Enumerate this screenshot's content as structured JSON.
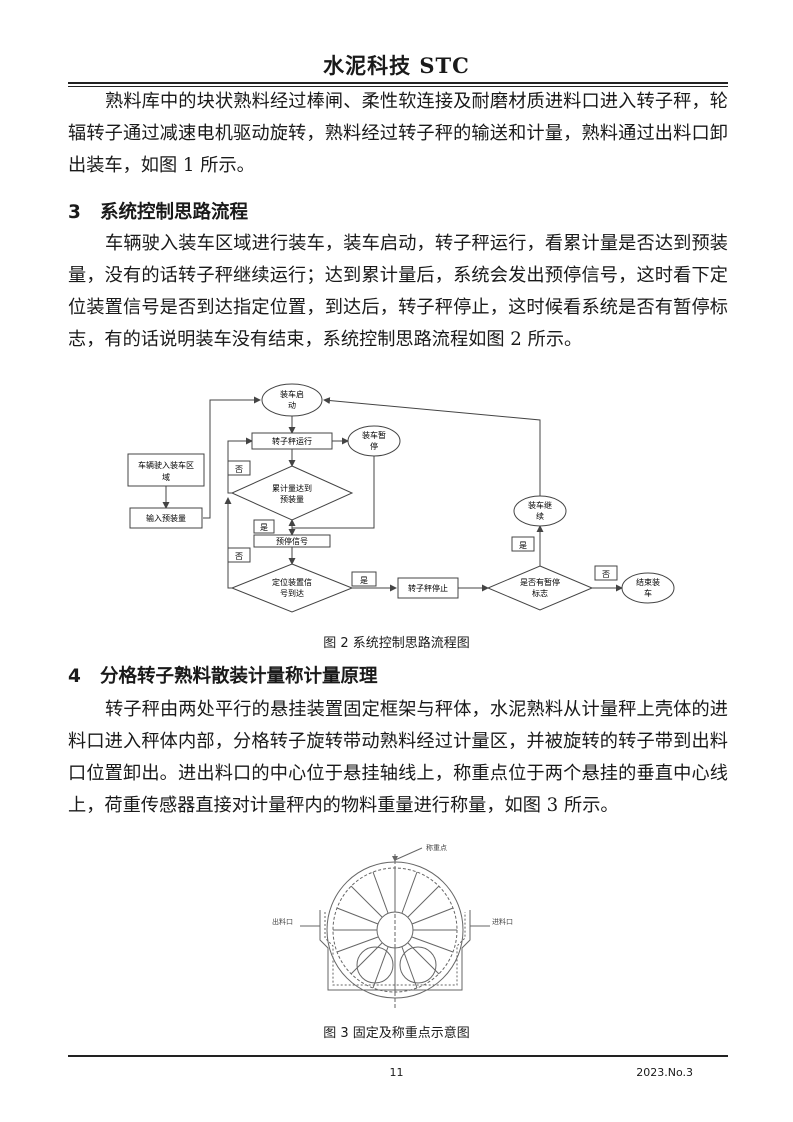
{
  "header": {
    "journal_title": "水泥科技 STC"
  },
  "body": {
    "para_intro": "熟料库中的块状熟料经过棒闸、柔性软连接及耐磨材质进料口进入转子秤，轮辐转子通过减速电机驱动旋转，熟料经过转子秤的输送和计量，熟料通过出料口卸出装车，如图 1 所示。",
    "section3": {
      "number": "3",
      "title": "系统控制思路流程"
    },
    "para_section3": "车辆驶入装车区域进行装车，装车启动，转子秤运行，看累计量是否达到预装量，没有的话转子秤继续运行；达到累计量后，系统会发出预停信号，这时看下定位装置信号是否到达指定位置，到达后，转子秤停止，这时候看系统是否有暂停标志，有的话说明装车没有结束，系统控制思路流程如图 2 所示。",
    "section4": {
      "number": "4",
      "title": "分格转子熟料散装计量称计量原理"
    },
    "para_section4": "转子秤由两处平行的悬挂装置固定框架与秤体，水泥熟料从计量秤上壳体的进料口进入秤体内部，分格转子旋转带动熟料经过计量区，并被旋转的转子带到出料口位置卸出。进出料口的中心位于悬挂轴线上，称重点位于两个悬挂的垂直中心线上，荷重传感器直接对计量秤内的物料重量进行称量，如图 3 所示。"
  },
  "figure2": {
    "caption": "图 2 系统控制思路流程图",
    "nodes": {
      "start_line1": "装车启",
      "start_line2": "动",
      "vehicle_line1": "车辆驶入装车区",
      "vehicle_line2": "域",
      "input_preset": "输入预装量",
      "scale_run": "转子秤运行",
      "pause_line1": "装车暂",
      "pause_line2": "停",
      "cumulative_line1": "累计量达到",
      "cumulative_line2": "预装量",
      "prestop_signal": "预停信号",
      "position_line1": "定位装置信",
      "position_line2": "号到达",
      "scale_stop": "转子秤停止",
      "pause_flag_line1": "是否有暂停",
      "pause_flag_line2": "标志",
      "continue_line1": "装车继",
      "continue_line2": "续",
      "end_line1": "结束装",
      "end_line2": "车"
    },
    "labels": {
      "no": "否",
      "yes": "是"
    }
  },
  "figure3": {
    "caption": "图 3 固定及称重点示意图",
    "label_weigh_point": "称重点",
    "label_outlet": "出料口",
    "label_inlet": "进料口"
  },
  "footer": {
    "page_number": "11",
    "issue": "2023.No.3"
  }
}
